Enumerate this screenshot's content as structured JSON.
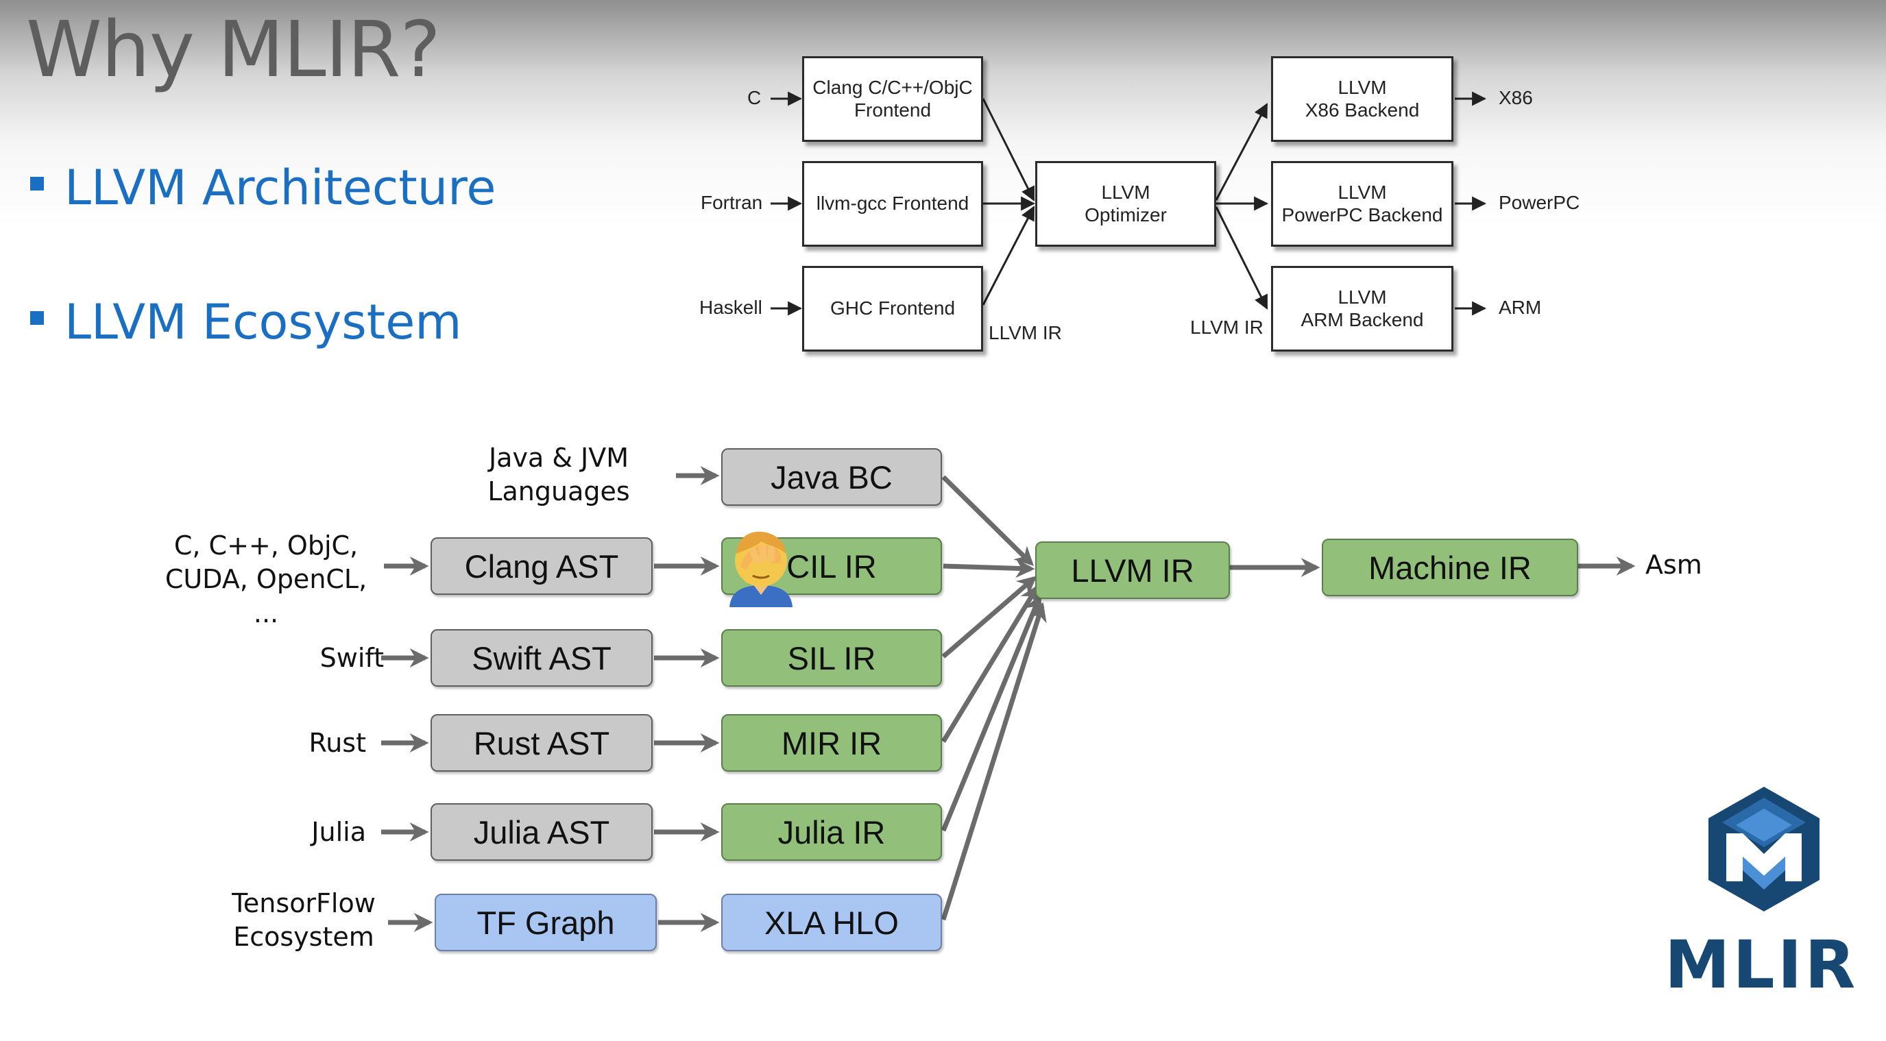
{
  "slide": {
    "title": "Why MLIR?",
    "bullets": [
      "LLVM Architecture",
      "LLVM Ecosystem"
    ]
  },
  "llvm_architecture": {
    "inputs": [
      "C",
      "Fortran",
      "Haskell"
    ],
    "frontends": [
      "Clang C/C++/ObjC\nFrontend",
      "llvm-gcc Frontend",
      "GHC Frontend"
    ],
    "ir_label_left": "LLVM IR",
    "optimizer": "LLVM\nOptimizer",
    "ir_label_right": "LLVM IR",
    "backends": [
      "LLVM\nX86 Backend",
      "LLVM\nPowerPC Backend",
      "LLVM\nARM Backend"
    ],
    "targets": [
      "X86",
      "PowerPC",
      "ARM"
    ]
  },
  "llvm_ecosystem": {
    "languages": [
      "Java & JVM\nLanguages",
      "C, C++, ObjC,\nCUDA, OpenCL, ...",
      "Swift",
      "Rust",
      "Julia",
      "TensorFlow\nEcosystem"
    ],
    "asts": [
      "Clang AST",
      "Swift AST",
      "Rust AST",
      "Julia AST",
      "TF Graph"
    ],
    "irs": [
      "Java BC",
      "CIL IR",
      "SIL IR",
      "MIR IR",
      "Julia IR",
      "XLA HLO"
    ],
    "llvm_ir": "LLVM IR",
    "machine_ir": "Machine IR",
    "output": "Asm"
  },
  "logo": {
    "text": "MLIR"
  },
  "colors": {
    "title": "#5e5e5e",
    "bullet": "#1a6fc2",
    "gray_box": "#c9c9c9",
    "green_box": "#92c07b",
    "blue_box": "#a8c6f1",
    "arrow": "#6b6b6b",
    "logo": "#174873"
  }
}
